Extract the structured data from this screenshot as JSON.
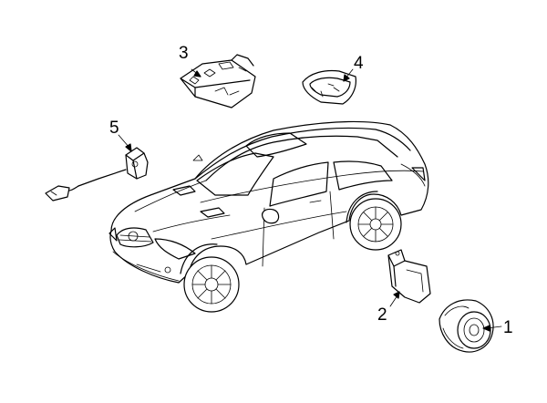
{
  "callouts": [
    {
      "id": 1,
      "label": "1"
    },
    {
      "id": 2,
      "label": "2"
    },
    {
      "id": 3,
      "label": "3"
    },
    {
      "id": 4,
      "label": "4"
    },
    {
      "id": 5,
      "label": "5"
    }
  ]
}
